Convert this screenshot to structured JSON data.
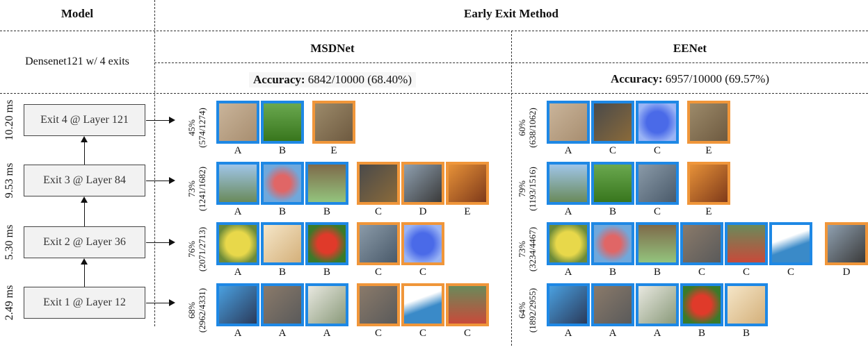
{
  "headers": {
    "model": "Model",
    "method": "Early Exit Method",
    "msdnet": "MSDNet",
    "eenet": "EENet",
    "model_name": "Densenet121 w/ 4 exits"
  },
  "accuracy": {
    "label": "Accuracy:",
    "msdnet_value": "6842/10000 (68.40%)",
    "eenet_value": "6957/10000 (69.57%)"
  },
  "exits": [
    {
      "label": "Exit 4 @ Layer 121",
      "time": "10.20 ms"
    },
    {
      "label": "Exit 3 @ Layer 84",
      "time": "9.53 ms"
    },
    {
      "label": "Exit 2 @ Layer 36",
      "time": "5.30 ms"
    },
    {
      "label": "Exit 1 @ Layer 12",
      "time": "2.49 ms"
    }
  ],
  "msdnet_rows": [
    {
      "pct": "45%",
      "count": "(574/1274)",
      "images": [
        {
          "cls": "A",
          "color": "blue",
          "icon": "lizard"
        },
        {
          "cls": "B",
          "color": "blue",
          "icon": "bridge"
        },
        {
          "cls": "E",
          "color": "orange",
          "icon": "crocodile"
        }
      ]
    },
    {
      "pct": "73%",
      "count": "(1241/1682)",
      "images": [
        {
          "cls": "A",
          "color": "blue",
          "icon": "tank"
        },
        {
          "cls": "B",
          "color": "blue",
          "icon": "clock"
        },
        {
          "cls": "B",
          "color": "blue",
          "icon": "mushroom"
        },
        {
          "cls": "C",
          "color": "orange",
          "icon": "spider"
        },
        {
          "cls": "D",
          "color": "orange",
          "icon": "motorcycle"
        },
        {
          "cls": "E",
          "color": "orange",
          "icon": "hand"
        }
      ]
    },
    {
      "pct": "76%",
      "count": "(2071/2713)",
      "images": [
        {
          "cls": "A",
          "color": "blue",
          "icon": "pear"
        },
        {
          "cls": "B",
          "color": "blue",
          "icon": "chair"
        },
        {
          "cls": "B",
          "color": "blue",
          "icon": "pepper"
        },
        {
          "cls": "C",
          "color": "orange",
          "icon": "person"
        },
        {
          "cls": "C",
          "color": "orange",
          "icon": "dolphin"
        }
      ]
    },
    {
      "pct": "68%",
      "count": "(2962/4331)",
      "images": [
        {
          "cls": "A",
          "color": "blue",
          "icon": "motorbike"
        },
        {
          "cls": "A",
          "color": "blue",
          "icon": "elephant"
        },
        {
          "cls": "A",
          "color": "blue",
          "icon": "dinosaur"
        },
        {
          "cls": "C",
          "color": "orange",
          "icon": "elephant"
        },
        {
          "cls": "C",
          "color": "orange",
          "icon": "mountain"
        },
        {
          "cls": "C",
          "color": "orange",
          "icon": "bus"
        }
      ]
    }
  ],
  "eenet_rows": [
    {
      "pct": "60%",
      "count": "(638/1062)",
      "images": [
        {
          "cls": "A",
          "color": "blue",
          "icon": "lizard"
        },
        {
          "cls": "C",
          "color": "blue",
          "icon": "spider"
        },
        {
          "cls": "C",
          "color": "blue",
          "icon": "dolphin"
        },
        {
          "cls": "E",
          "color": "orange",
          "icon": "crocodile"
        }
      ]
    },
    {
      "pct": "79%",
      "count": "(1193/1516)",
      "images": [
        {
          "cls": "A",
          "color": "blue",
          "icon": "tank"
        },
        {
          "cls": "B",
          "color": "blue",
          "icon": "bridge"
        },
        {
          "cls": "C",
          "color": "blue",
          "icon": "person"
        },
        {
          "cls": "E",
          "color": "orange",
          "icon": "hand"
        }
      ]
    },
    {
      "pct": "73%",
      "count": "(3234/4467)",
      "images": [
        {
          "cls": "A",
          "color": "blue",
          "icon": "pear"
        },
        {
          "cls": "B",
          "color": "blue",
          "icon": "clock"
        },
        {
          "cls": "B",
          "color": "blue",
          "icon": "mushroom"
        },
        {
          "cls": "C",
          "color": "blue",
          "icon": "elephant"
        },
        {
          "cls": "C",
          "color": "blue",
          "icon": "bus"
        },
        {
          "cls": "C",
          "color": "blue",
          "icon": "mountain"
        },
        {
          "cls": "D",
          "color": "orange",
          "icon": "motorcycle"
        }
      ]
    },
    {
      "pct": "64%",
      "count": "(1892/2955)",
      "images": [
        {
          "cls": "A",
          "color": "blue",
          "icon": "motorbike"
        },
        {
          "cls": "A",
          "color": "blue",
          "icon": "elephant"
        },
        {
          "cls": "A",
          "color": "blue",
          "icon": "dinosaur"
        },
        {
          "cls": "B",
          "color": "blue",
          "icon": "pepper"
        },
        {
          "cls": "B",
          "color": "blue",
          "icon": "chair"
        }
      ]
    }
  ],
  "colors": {
    "correct_border": "#1e88e5",
    "wrong_border": "#f0963a"
  }
}
